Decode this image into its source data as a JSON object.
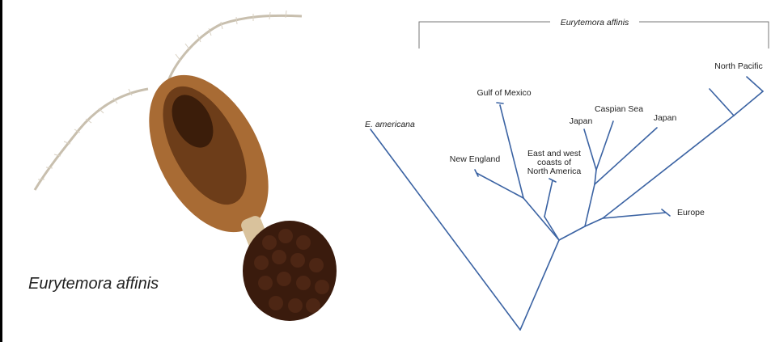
{
  "photo": {
    "caption": "Eurytemora affinis"
  },
  "tree": {
    "clade_label": "Eurytemora affinis",
    "outgroup": "E. americana",
    "taxa": {
      "north_pacific": "North Pacific",
      "gulf_of_mexico": "Gulf of Mexico",
      "caspian_sea": "Caspian Sea",
      "japan_1": "Japan",
      "japan_2": "Japan",
      "new_england": "New England",
      "east_west_line1": "East and west",
      "east_west_line2": "coasts of",
      "east_west_line3": "North America",
      "europe": "Europe"
    },
    "branch_color": "#3b63a3"
  }
}
